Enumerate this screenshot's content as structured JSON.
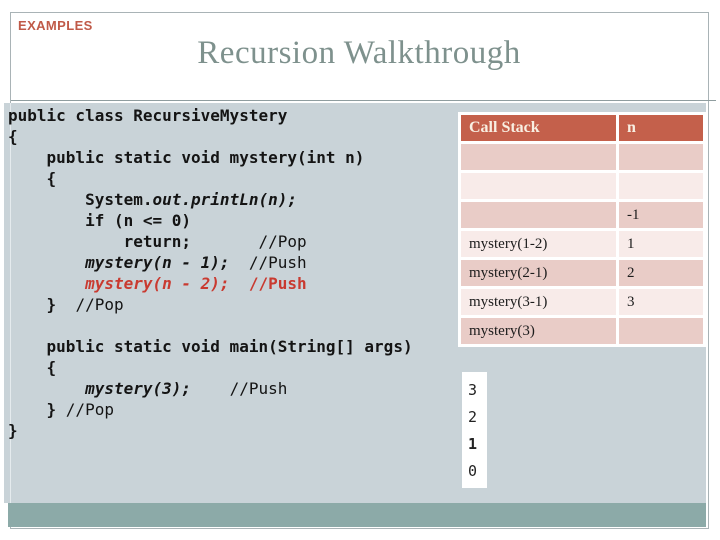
{
  "slide": {
    "eyebrow": "EXAMPLES",
    "title": "Recursion Walkthrough"
  },
  "code": {
    "lines": [
      [
        {
          "t": "public class RecursiveMystery",
          "s": "k"
        }
      ],
      [
        {
          "t": "{",
          "s": "k"
        }
      ],
      [
        {
          "t": "    public static void mystery(int n)",
          "s": "k"
        }
      ],
      [
        {
          "t": "    {",
          "s": "k"
        }
      ],
      [
        {
          "t": "        System.",
          "s": "k"
        },
        {
          "t": "out.printLn(n);",
          "s": "bi"
        }
      ],
      [
        {
          "t": "        if (n <= 0)",
          "s": "k"
        }
      ],
      [
        {
          "t": "            return;",
          "s": "k"
        },
        {
          "t": "       //Pop",
          "s": "cm"
        }
      ],
      [
        {
          "t": "        ",
          "s": "k"
        },
        {
          "t": "mystery(n - 1);",
          "s": "bi"
        },
        {
          "t": "  //Push",
          "s": "cm"
        }
      ],
      [
        {
          "t": "        ",
          "s": "k"
        },
        {
          "t": "mystery(n - 2);",
          "s": "ri"
        },
        {
          "t": "  ",
          "s": "k"
        },
        {
          "t": "//Push",
          "s": "rc"
        }
      ],
      [
        {
          "t": "    }  ",
          "s": "k"
        },
        {
          "t": "//Pop",
          "s": "cm"
        }
      ],
      [
        {
          "t": "",
          "s": "k"
        }
      ],
      [
        {
          "t": "    public static void main(String[] args)",
          "s": "k"
        }
      ],
      [
        {
          "t": "    {",
          "s": "k"
        }
      ],
      [
        {
          "t": "        ",
          "s": "k"
        },
        {
          "t": "mystery(3);",
          "s": "bi"
        },
        {
          "t": "    //Push",
          "s": "cm"
        }
      ],
      [
        {
          "t": "    } ",
          "s": "k"
        },
        {
          "t": "//Pop",
          "s": "cm"
        }
      ],
      [
        {
          "t": "}",
          "s": "k"
        }
      ]
    ]
  },
  "call_stack_table": {
    "headers": [
      "Call Stack",
      "n"
    ],
    "rows": [
      {
        "call": "",
        "n": "",
        "shade": "dark"
      },
      {
        "call": "",
        "n": "",
        "shade": "light"
      },
      {
        "call": "",
        "n": "-1",
        "shade": "dark"
      },
      {
        "call": "mystery(1-2)",
        "n": "1",
        "shade": "light"
      },
      {
        "call": "mystery(2-1)",
        "n": "2",
        "shade": "dark"
      },
      {
        "call": "mystery(3-1)",
        "n": "3",
        "shade": "light"
      },
      {
        "call": "mystery(3)",
        "n": "",
        "shade": "dark"
      }
    ]
  },
  "console_output": {
    "lines": [
      "3",
      "2",
      "1",
      "0"
    ]
  },
  "colors": {
    "table_header": "#c4604b",
    "table_row_dark": "#e9ccc7",
    "table_row_light": "#f8ebe9",
    "code_background": "#c9d3d8",
    "bottom_bar": "#8caaa8",
    "title_text": "#7e918d",
    "eyebrow_text": "#c05a48",
    "code_highlight_red": "#c93a30"
  }
}
